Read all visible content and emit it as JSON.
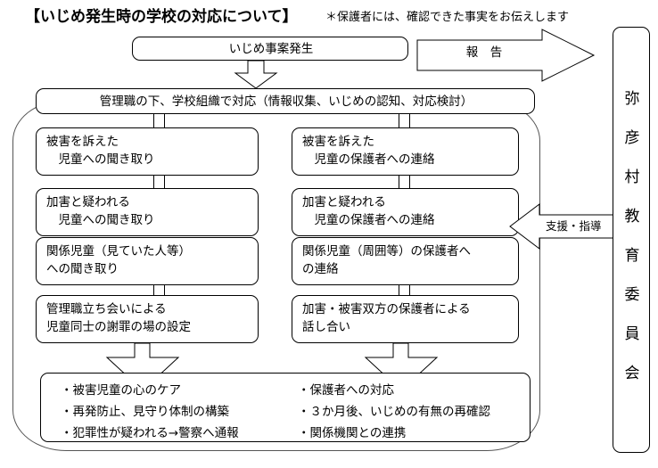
{
  "header": {
    "title": "【いじめ発生時の学校の対応について】",
    "note": "＊保護者には、確認できた事実をお伝えします"
  },
  "flow": {
    "incident": "いじめ事案発生",
    "org_response": "管理職の下、学校組織で対応（情報収集、いじめの認知、対応検討）",
    "left_column": [
      "被害を訴えた\n　児童への聞き取り",
      "加害と疑われる\n　児童への聞き取り",
      "関係児童（見ていた人等）\nへの聞き取り",
      "管理職立ち会いによる\n児童同士の謝罪の場の設定"
    ],
    "right_column": [
      "被害を訴えた\n　児童の保護者への連絡",
      "加害と疑われる\n　児童の保護者への連絡",
      "関係児童（周囲等）の保護者へ\nの連絡",
      "加害・被害双方の保護者による\n話し合い"
    ],
    "summary": {
      "column_a": "・被害児童の心のケア\n・再発防止、見守り体制の構築\n・犯罪性が疑われる→警察へ通報",
      "column_b": "・保護者への対応\n・３か月後、いじめの有無の再確認\n・関係機関との連携"
    }
  },
  "arrows": {
    "report_label": "報　告",
    "support_label": "支援・指導"
  },
  "board": {
    "name_vertical": "弥\n彦\n村\n教\n育\n委\n員\n会"
  },
  "colors": {
    "line": "#000000",
    "enclosure_line": "#555555",
    "background": "#ffffff"
  }
}
